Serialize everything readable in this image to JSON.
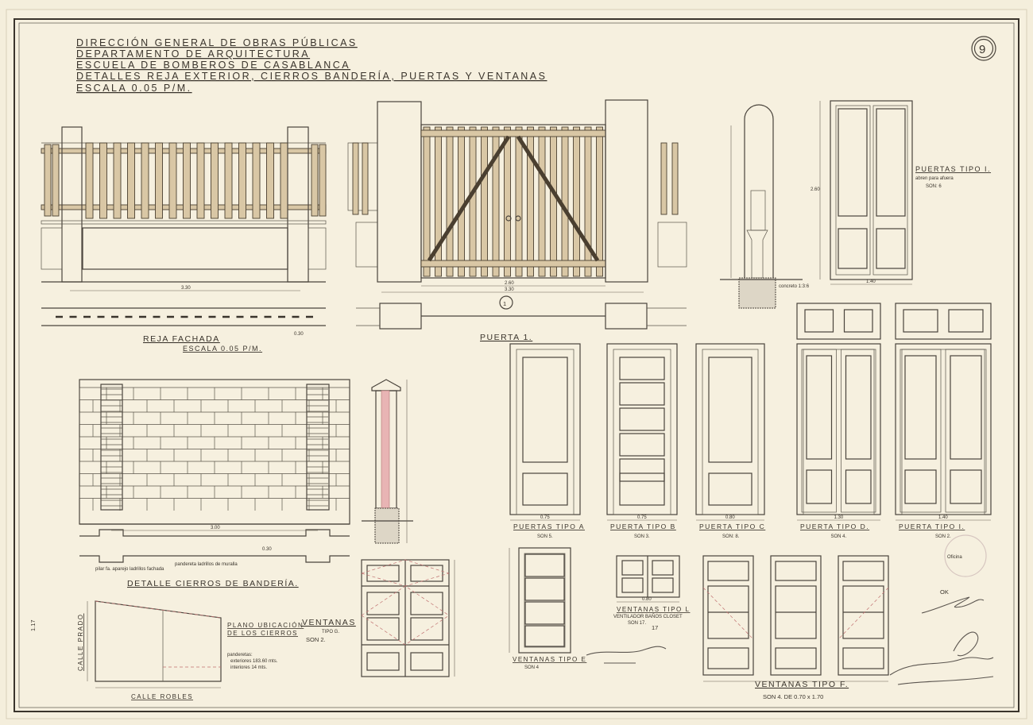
{
  "sheet_number": "9",
  "title_block": {
    "line1": "DIRECCIÓN GENERAL DE OBRAS PÚBLICAS",
    "line2": "DEPARTAMENTO DE ARQUITECTURA",
    "line3": "ESCUELA DE BOMBEROS DE CASABLANCA",
    "line4": "DETALLES REJA EXTERIOR, CIERROS BANDERÍA, PUERTAS Y VENTANAS",
    "line5": "ESCALA 0.05 P/M."
  },
  "reja": {
    "label": "REJA FACHADA",
    "scale": "ESCALA 0.05 P/M.",
    "dim_width": "3.30",
    "dim_post": "0.30"
  },
  "puerta1": {
    "label": "PUERTA 1.",
    "marker": "1",
    "dim_width": "3.30",
    "dim_leaf": "2.60"
  },
  "puerta_tipo_i_top": {
    "label": "PUERTAS TIPO I.",
    "note": "abren para afuera",
    "count": "SON: 6",
    "dim_width": "1.40",
    "dim_height": "2.60"
  },
  "section": {
    "note": "concreto 1:3:6"
  },
  "doors": [
    {
      "label": "PUERTAS TIPO A",
      "count": "SON 5.",
      "dim": "0.75"
    },
    {
      "label": "PUERTA TIPO B",
      "count": "SON 3.",
      "dim": "0.75"
    },
    {
      "label": "PUERTA TIPO C",
      "count": "SON: 8.",
      "dim": "0.80"
    },
    {
      "label": "PUERTA TIPO D.",
      "count": "SON 4.",
      "dim": "1.30"
    },
    {
      "label": "PUERTA TIPO I.",
      "count": "SON 2.",
      "dim": "1.40"
    }
  ],
  "cierros": {
    "label": "DETALLE CIERROS DE BANDERÍA.",
    "note_pilar": "pilar fa. aparejo ladrillos fachada",
    "note_pandereta": "pandereta ladrillos de muralla",
    "dim_width": "3.00",
    "dim_inner": "0.30"
  },
  "plano": {
    "label1": "PLANO UBICACIÓN",
    "label2": "DE LOS CIERROS",
    "street_bottom": "CALLE ROBLES",
    "street_left": "CALLE PRADO",
    "note_title": "panderetas:",
    "note_ext": "exteriores 183.60 mts.",
    "note_int": "interiores 14 mts."
  },
  "windows": [
    {
      "label": "VENTANAS",
      "type": "TIPO G.",
      "count": "SON 2."
    },
    {
      "label": "VENTANAS TIPO E",
      "count": "SON 4"
    },
    {
      "label": "VENTANAS TIPO L",
      "sub": "VENTILADOR BAÑOS CLOSET",
      "count": "SON 17.",
      "dim": "0.80"
    },
    {
      "label": "VENTANAS TIPO F.",
      "count": "SON 4. DE 0.70 x 1.70"
    }
  ],
  "annotations": {
    "pencil_1": "17",
    "pencil_2": "1.17",
    "stamp": "Oficina",
    "ok": "OK"
  }
}
